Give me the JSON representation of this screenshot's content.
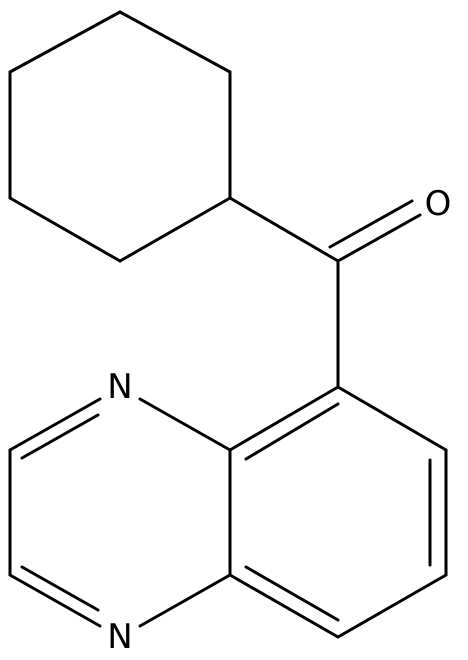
{
  "diagram": {
    "atoms": [
      {
        "id": "O1",
        "label": "O"
      },
      {
        "id": "N1",
        "label": "N"
      },
      {
        "id": "N2",
        "label": "N"
      }
    ]
  }
}
